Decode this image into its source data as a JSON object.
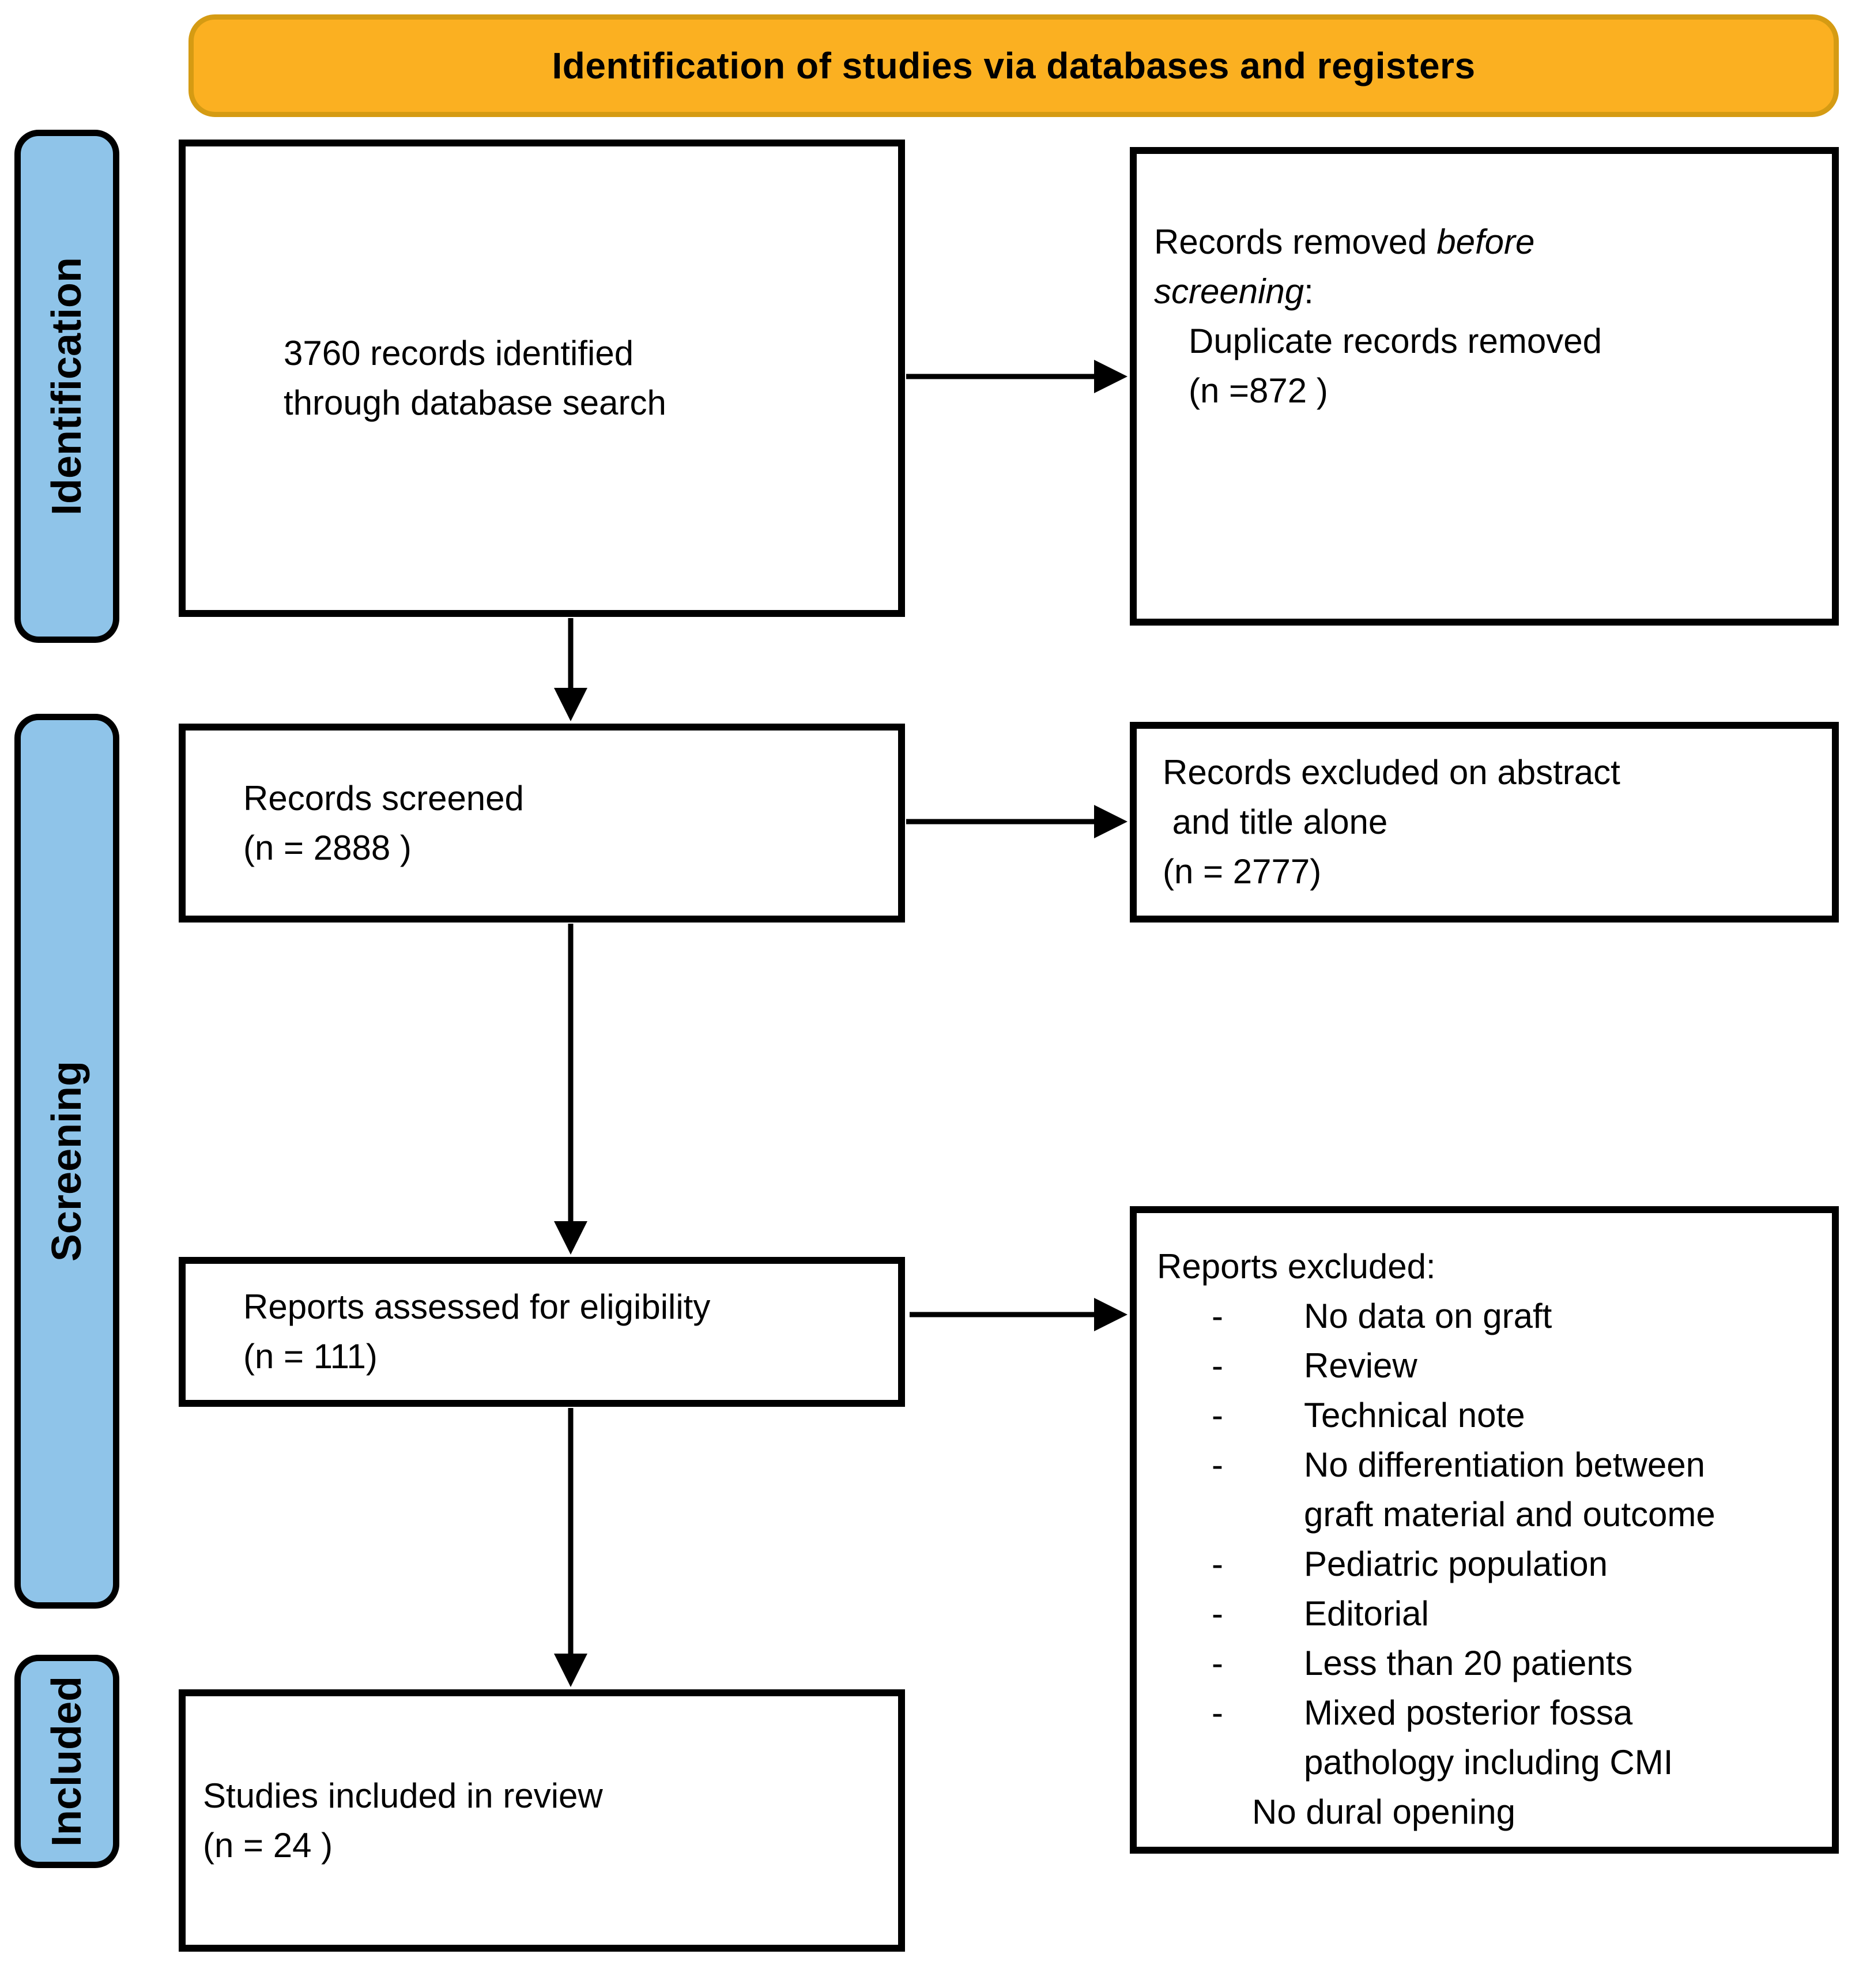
{
  "header": {
    "title": "Identification of studies via databases and registers"
  },
  "stages": [
    {
      "id": "identification",
      "label": "Identification"
    },
    {
      "id": "screening",
      "label": "Screening"
    },
    {
      "id": "included",
      "label": "Included"
    }
  ],
  "boxes": {
    "identified": {
      "text": "3760 records identified\nthrough database search"
    },
    "removed": {
      "line1_regular": "Records removed ",
      "line1_italic": "before",
      "line2_italic": "screening",
      "line2_regular": ":",
      "detail": "Duplicate records removed\n(n =872 )"
    },
    "screened": {
      "text": "Records screened\n(n = 2888 )"
    },
    "excluded_abstract": {
      "text": "Records excluded on abstract\n and title alone\n(n = 2777)"
    },
    "assessed": {
      "text": "Reports assessed for eligibility\n(n = 111)"
    },
    "reports_excluded": {
      "title": "Reports excluded:",
      "bullet_marker": "-",
      "reasons": [
        "No data on graft",
        "Review",
        "Technical note",
        "No differentiation between graft material and outcome",
        "Pediatric population",
        "Editorial",
        "Less than 20 patients",
        "Mixed posterior fossa pathology including CMI"
      ],
      "footnote": "No dural opening"
    },
    "included_studies": {
      "text": "Studies included in review\n(n = 24 )"
    }
  },
  "colors": {
    "banner_fill": "#FBB021",
    "banner_border": "#D59B13",
    "stage_fill": "#8FC4E9",
    "box_border": "#000000",
    "arrow": "#000000"
  }
}
